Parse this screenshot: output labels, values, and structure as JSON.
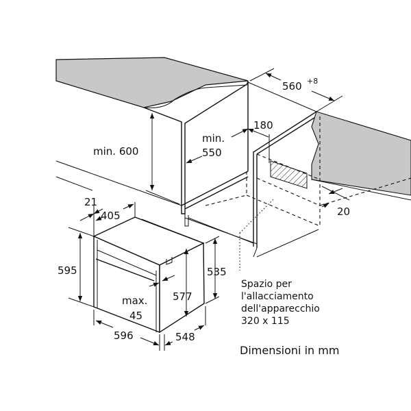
{
  "diagram": {
    "colors": {
      "countertop": "#c8c8c8",
      "line": "#111111"
    },
    "labels": {
      "niche_width": "560",
      "niche_width_tol": "+8",
      "min_height_label": "min. 600",
      "min_depth_line1": "min.",
      "min_depth_line2": "550",
      "connection_offset": "180",
      "back_gap": "20",
      "oven_front_offset": "21",
      "oven_top_depth": "405",
      "oven_height": "595",
      "oven_body_height": "535",
      "oven_inner_height": "577",
      "door_max_line1": "max.",
      "door_max_line2": "45",
      "oven_width": "596",
      "oven_depth": "548"
    },
    "connection_note": [
      "Spazio per",
      "l'allacciamento",
      "dell'apparecchio",
      "320 x 115"
    ],
    "units_note": "Dimensioni in mm"
  }
}
